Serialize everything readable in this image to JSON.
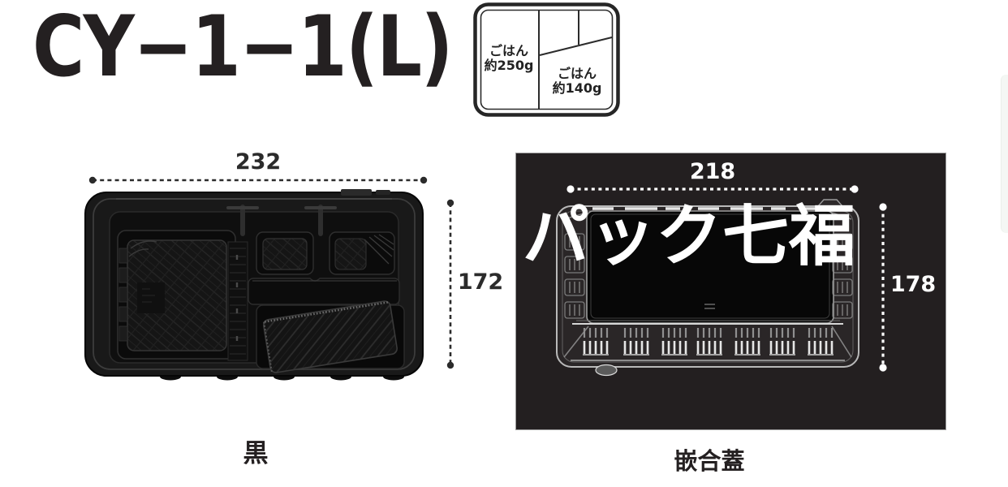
{
  "title": "CY−1−1(L)",
  "compartment_icon": {
    "left_label": {
      "line1": "ごはん",
      "line2": "約250g"
    },
    "right_label": {
      "line1": "ごはん",
      "line2": "約140g"
    }
  },
  "tray_figure": {
    "width_dim": "232",
    "height_dim": "172",
    "caption": "黒"
  },
  "lid_figure": {
    "width_dim": "218",
    "height_dim": "178",
    "caption": "嵌合蓋",
    "watermark": "パック七福"
  },
  "colors": {
    "panel_background": "#231f20",
    "ink": "#242021",
    "dimension_line": "#2b2b2b",
    "white": "#ffffff"
  }
}
